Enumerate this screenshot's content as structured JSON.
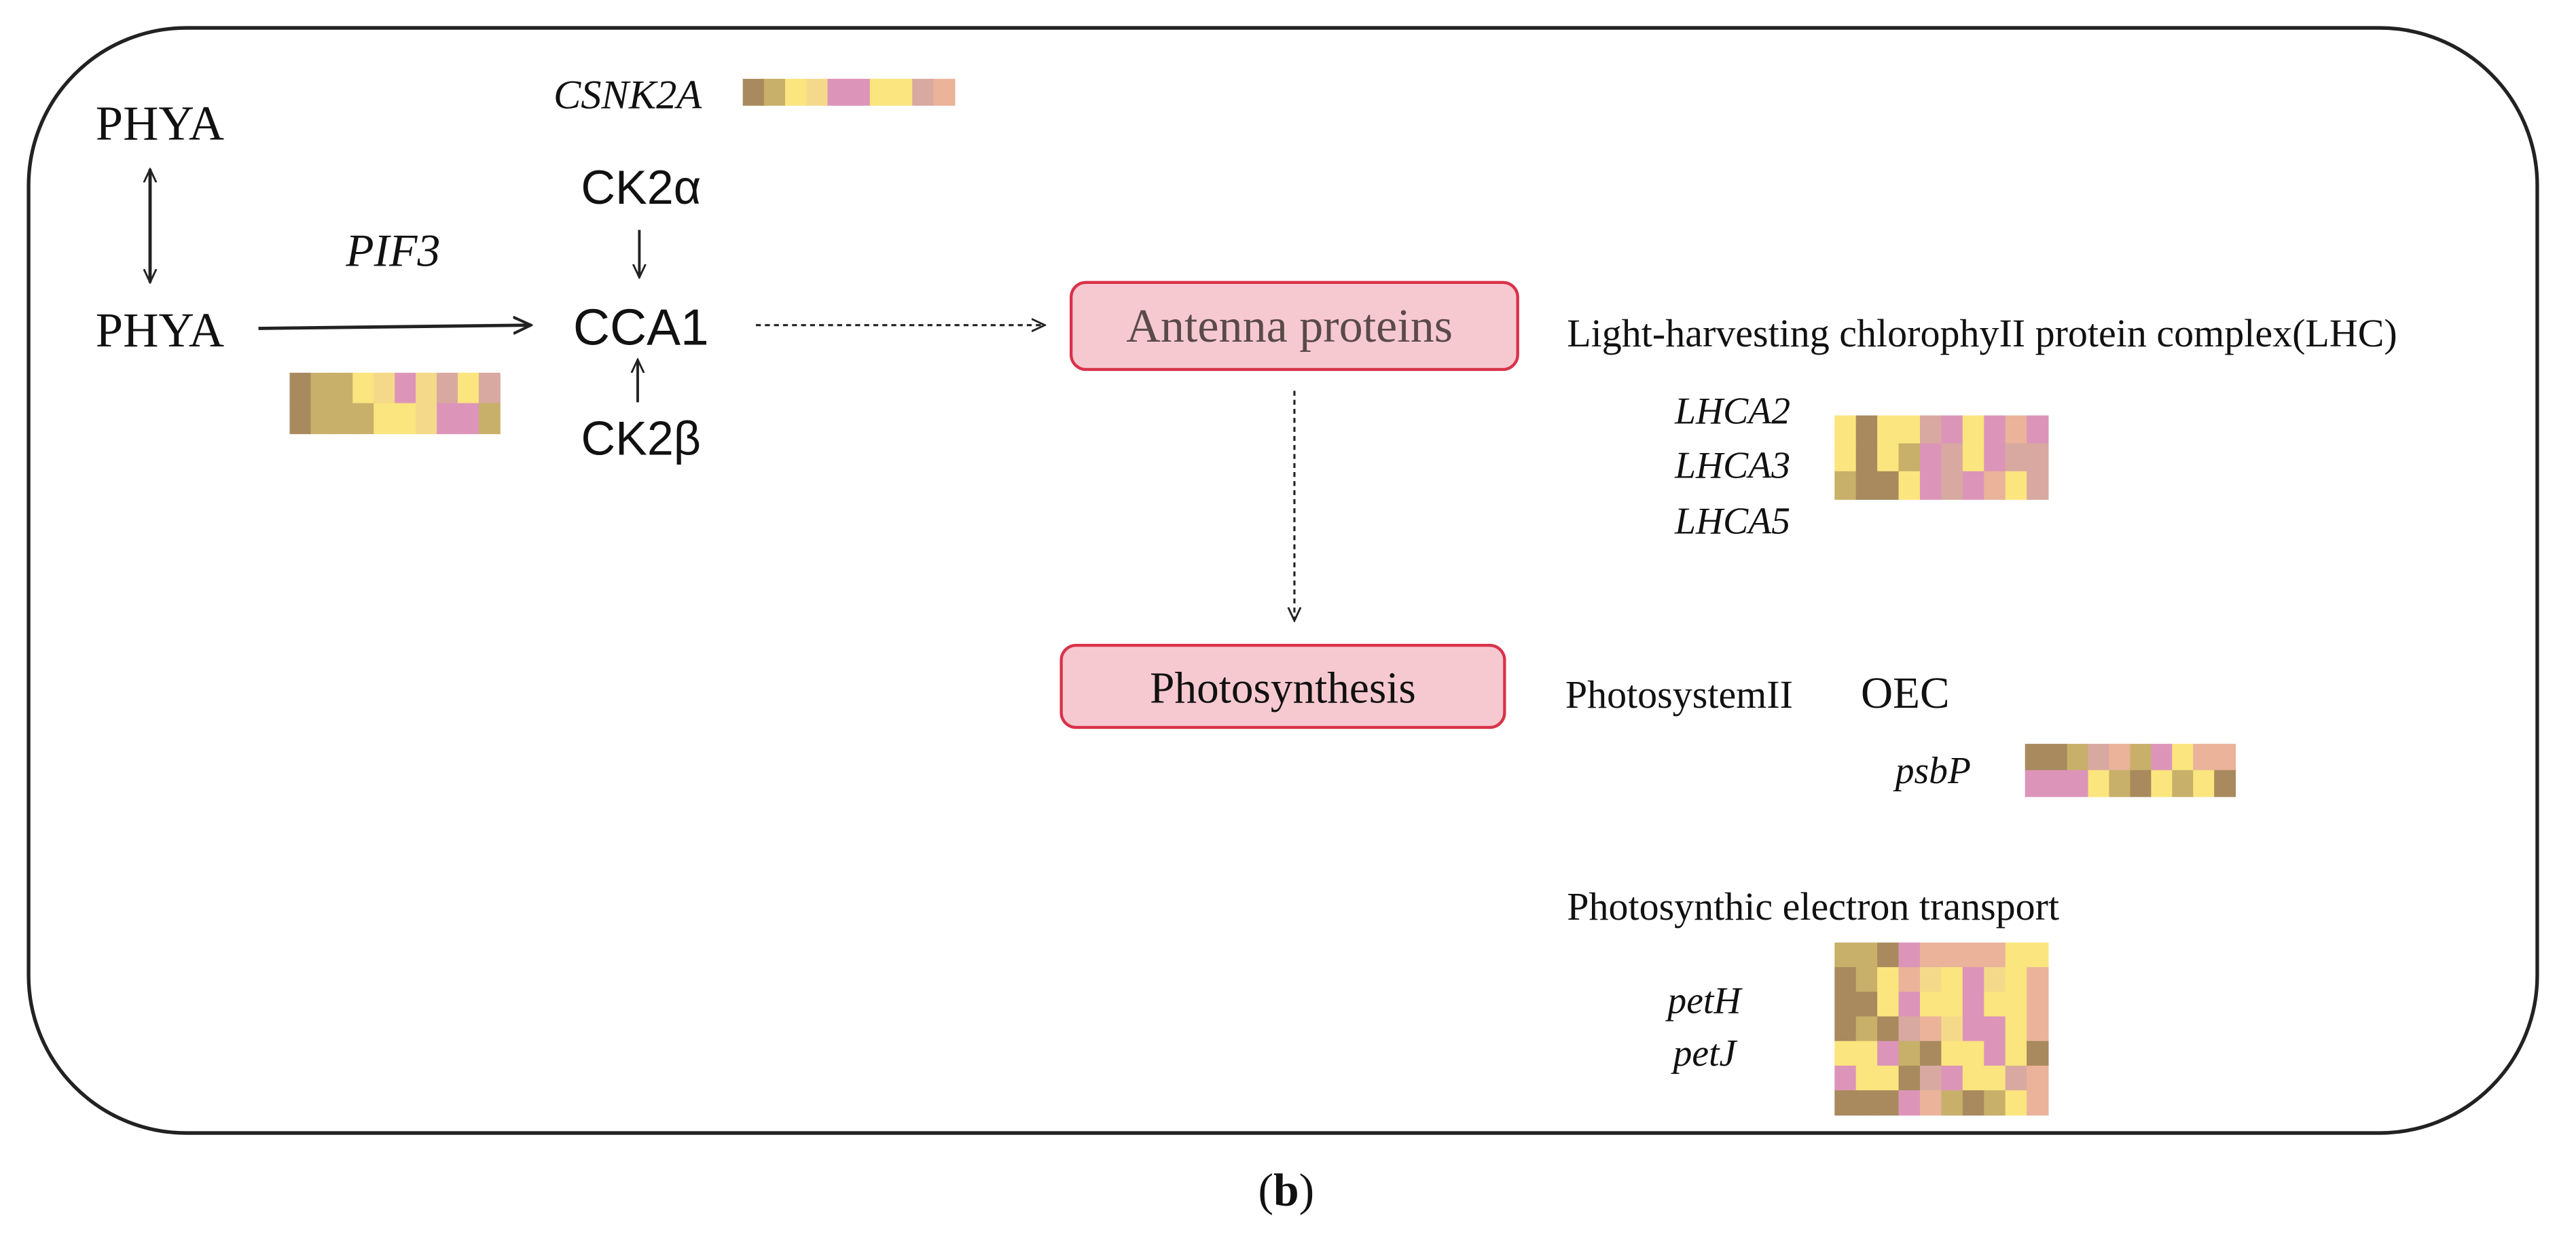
{
  "figure_label": {
    "text": "(b)",
    "letter": "b"
  },
  "phya_top": "PHYA",
  "phya_bottom": "PHYA",
  "pif3": "PIF3",
  "csnk2a": "CSNK2A",
  "ck2a": "CK2α",
  "cca1": "CCA1",
  "ck2b": "CK2β",
  "antenna_box": "Antenna proteins",
  "photosynthesis_box": "Photosynthesis",
  "lhc_heading": "Light-harvesting chlorophyII protein complex(LHC)",
  "lhc_genes": [
    "LHCA2",
    "LHCA3",
    "LHCA5"
  ],
  "ps2_heading": "PhotosystemII",
  "oec_heading": "OEC",
  "psbp_gene": "psbP",
  "pet_heading": "Photosynthic electron transport",
  "pet_genes": [
    "petH",
    "petJ"
  ],
  "colors": {
    "box_fill": "#f6c9d0",
    "box_stroke": "#d9324a",
    "border": "#222222",
    "heatmap_palette": [
      "#a88a5e",
      "#c8b06a",
      "#fbe57e",
      "#f5d98a",
      "#eab39a",
      "#dc95b8",
      "#d8a9a0"
    ]
  },
  "heatmaps": {
    "csnk2a": [
      [
        0,
        1,
        2,
        3,
        5,
        5,
        2,
        2,
        6,
        4
      ]
    ],
    "pif3": [
      [
        0,
        1,
        1,
        2,
        3,
        5,
        3,
        6,
        2,
        6
      ],
      [
        0,
        1,
        1,
        1,
        2,
        2,
        3,
        5,
        5,
        1
      ]
    ],
    "lhca": [
      [
        2,
        0,
        2,
        2,
        6,
        5,
        2,
        5,
        4,
        5
      ],
      [
        2,
        0,
        2,
        1,
        5,
        6,
        2,
        5,
        6,
        6
      ],
      [
        1,
        0,
        0,
        2,
        5,
        6,
        5,
        4,
        2,
        6
      ]
    ],
    "psbp": [
      [
        0,
        0,
        1,
        6,
        4,
        1,
        5,
        2,
        4,
        4
      ],
      [
        5,
        5,
        5,
        2,
        1,
        0,
        2,
        1,
        2,
        0
      ]
    ],
    "pet": [
      [
        1,
        1,
        0,
        5,
        4,
        4,
        4,
        4,
        2,
        2
      ],
      [
        0,
        1,
        2,
        4,
        3,
        2,
        5,
        3,
        2,
        4
      ],
      [
        0,
        0,
        2,
        5,
        2,
        2,
        5,
        2,
        2,
        4
      ],
      [
        0,
        1,
        0,
        6,
        4,
        3,
        5,
        5,
        2,
        4
      ],
      [
        2,
        2,
        5,
        1,
        0,
        2,
        2,
        5,
        2,
        0
      ],
      [
        5,
        2,
        2,
        0,
        6,
        5,
        2,
        2,
        6,
        4
      ],
      [
        0,
        0,
        0,
        5,
        4,
        1,
        0,
        1,
        2,
        4
      ]
    ]
  }
}
